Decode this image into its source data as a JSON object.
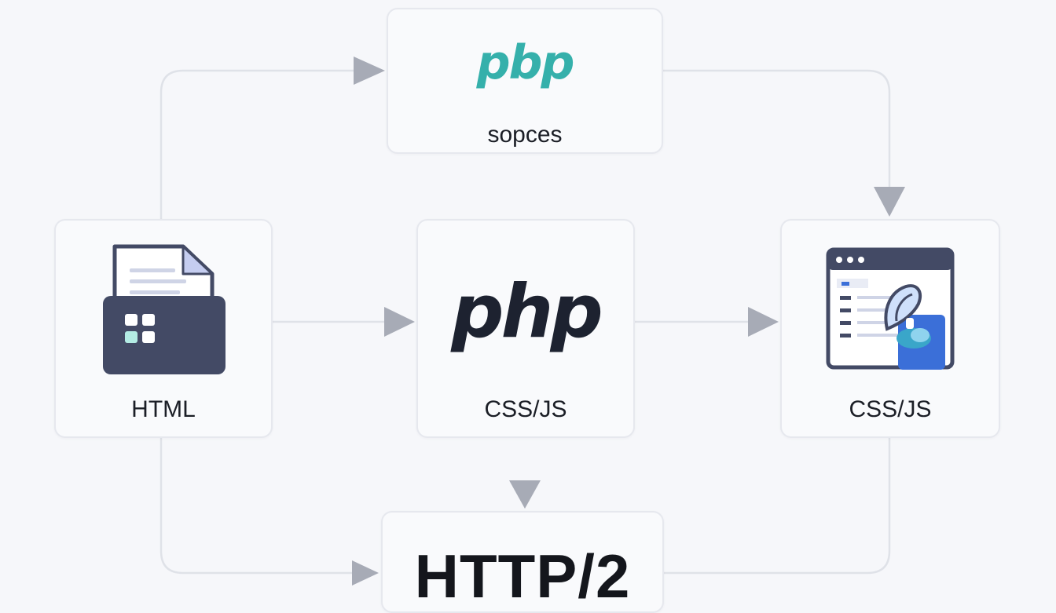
{
  "nodes": {
    "top": {
      "logo_text": "pbp",
      "label": "sopces"
    },
    "html": {
      "icon": "document-folder-icon",
      "label": "HTML"
    },
    "php": {
      "logo_text": "php",
      "label": "CSS/JS"
    },
    "browser": {
      "icon": "browser-window-icon",
      "label": "CSS/JS"
    },
    "http": {
      "title": "HTTP/2"
    }
  },
  "colors": {
    "teal_logo": "#35b0ab",
    "dark_logo": "#1d2230",
    "connector": "#dfe2e8",
    "arrowhead": "#a7abb6",
    "folder": "#434a65",
    "browser_blue": "#3b6fd8"
  }
}
